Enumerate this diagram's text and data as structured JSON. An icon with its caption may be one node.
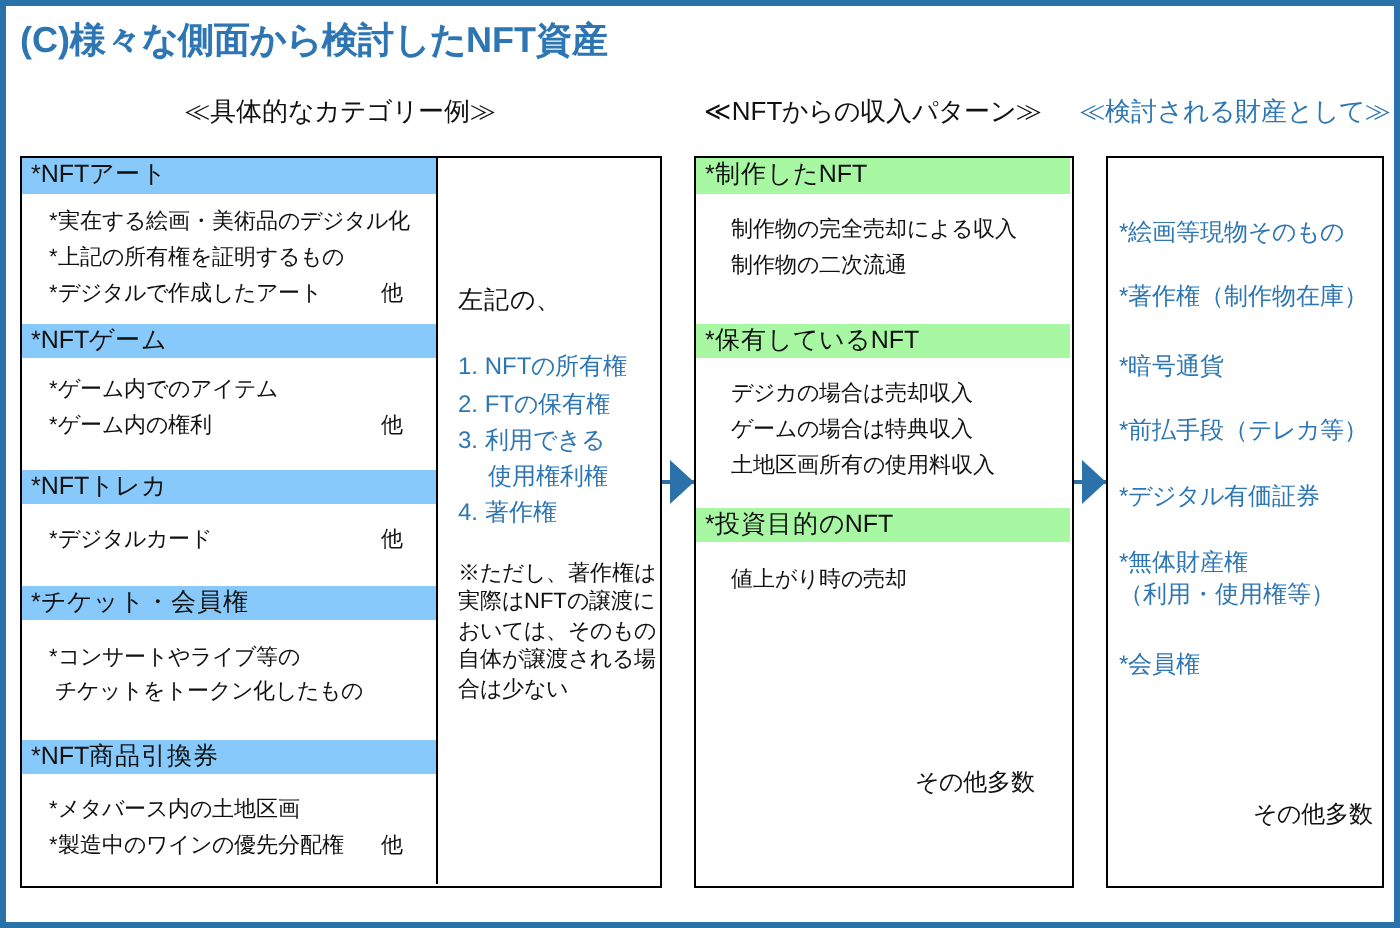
{
  "diagram": {
    "title": "(C)様々な側面から検討したNFT資産",
    "nodes": [
      {
        "text": [
          "≪具体的なカテゴリー例≫"
        ]
      },
      {
        "text": [
          "*NFTアート",
          "*実在する絵画・美術品のデジタル化",
          "*上記の所有権を証明するもの",
          "*デジタルで作成したアート",
          "他"
        ],
        "in": 0
      },
      {
        "text": [
          "*NFTゲーム",
          "*ゲーム内でのアイテム",
          "*ゲーム内の権利",
          "他"
        ],
        "in": 0
      },
      {
        "text": [
          "*NFTトレカ",
          "*デジタルカード",
          "他"
        ],
        "in": 0
      },
      {
        "text": [
          "*チケット・会員権",
          "*コンサートやライブ等のチケットをトークン化したもの"
        ],
        "in": 0
      },
      {
        "text": [
          "*NFT商品引換券",
          "*メタバース内の土地区画",
          "*製造中のワインの優先分配権",
          "他"
        ],
        "in": 0
      },
      {
        "text": [
          "左記の、",
          "1. NFTの所有権",
          "2. FTの保有権",
          "3. 利用できる使用権利権",
          "4. 著作権",
          "※ただし、著作権は実際はNFTの譲渡においては、そのもの自体が譲渡される場合は少ない"
        ],
        "in": 0
      },
      {
        "text": [
          "≪NFTからの収入パターン≫",
          "その他多数"
        ]
      },
      {
        "text": [
          "*制作したNFT",
          "制作物の完全売却による収入",
          "制作物の二次流通"
        ],
        "in": 7
      },
      {
        "text": [
          "*保有しているNFT",
          "デジカの場合は売却収入",
          "ゲームの場合は特典収入",
          "土地区画所有の使用料収入"
        ],
        "in": 7
      },
      {
        "text": [
          "*投資目的のNFT",
          "値上がり時の売却"
        ],
        "in": 7
      },
      {
        "text": [
          "≪検討される財産として≫",
          "*絵画等現物そのもの",
          "*著作権（制作物在庫）",
          "*暗号通貨",
          "*前払手段（テレカ等）",
          "*デジタル有価証券",
          "*無体財産権（利用・使用権等）",
          "*会員権",
          "その他多数"
        ]
      }
    ],
    "edges": [
      {
        "from": 0,
        "to": 7,
        "arrow": "to"
      },
      {
        "from": 7,
        "to": 11,
        "arrow": "to"
      }
    ]
  }
}
